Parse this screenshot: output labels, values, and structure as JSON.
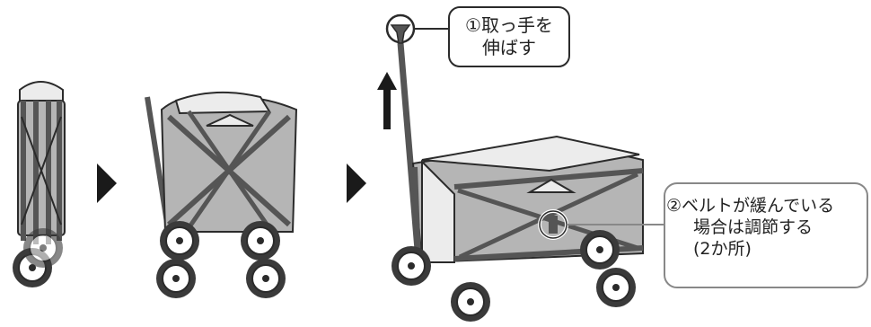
{
  "callouts": {
    "step1": {
      "line1": "①取っ手を",
      "line2": "伸ばす"
    },
    "step2": {
      "line1": "②ベルトが緩んでいる",
      "line2": "場合は調節する",
      "line3": "(2か所)"
    }
  },
  "colors": {
    "outline": "#2b2b2b",
    "fabric_gray": "#b5b5b5",
    "fabric_light": "#ececec",
    "frame_dark": "#555555",
    "tire": "#3a3a3a",
    "box_border": "#888888"
  },
  "icons": [
    "arrow-right-icon",
    "arrow-right-icon",
    "arrow-up-icon"
  ]
}
